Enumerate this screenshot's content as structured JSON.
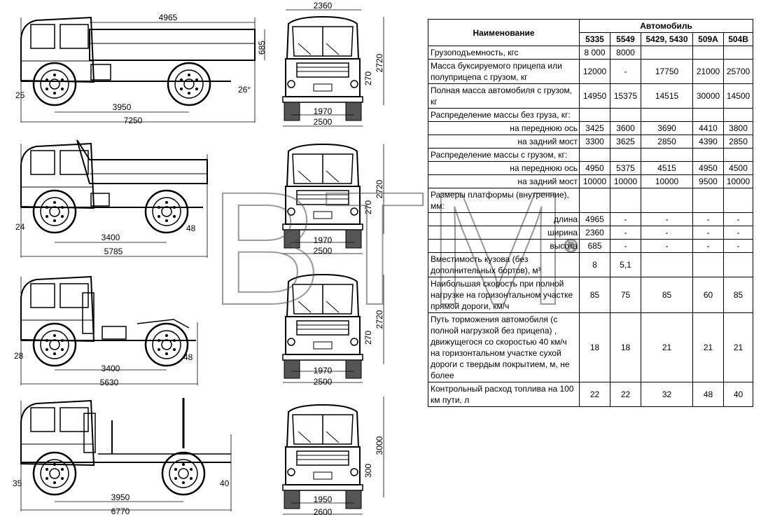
{
  "drawings": {
    "truck1": {
      "length_top": "4965",
      "height_side": "685",
      "angle_front": "25",
      "angle_rear": "26°",
      "wheelbase": "3950",
      "length_total": "7250"
    },
    "front1": {
      "width_top": "2360",
      "clearance": "270",
      "height": "2720",
      "track": "1970",
      "width_total": "2500"
    },
    "truck2": {
      "angle_front": "24",
      "angle_rear": "48",
      "wheelbase": "3400",
      "length_total": "5785"
    },
    "front2": {
      "clearance": "270",
      "height": "2720",
      "track": "1970",
      "width_total": "2500"
    },
    "truck3": {
      "angle_front": "28",
      "angle_rear": "48",
      "wheelbase": "3400",
      "length_total": "5630"
    },
    "front3": {
      "clearance": "270",
      "height": "2720",
      "track": "1970",
      "width_total": "2500"
    },
    "truck4": {
      "angle_front": "35",
      "angle_rear": "40",
      "wheelbase": "3950",
      "length_total": "6770"
    },
    "front4": {
      "clearance": "300",
      "height": "3000",
      "track": "1950",
      "width_total": "2600"
    }
  },
  "watermark": {
    "text": "BTM",
    "mark": "®"
  },
  "table": {
    "name_header": "Наименование",
    "group_header": "Автомобиль",
    "models": [
      "5335",
      "5549",
      "5429, 5430",
      "509А",
      "504В"
    ],
    "rows": [
      {
        "name": "Грузоподъемность, кгс",
        "values": [
          "8 000",
          "8000",
          "",
          "",
          ""
        ]
      },
      {
        "name": "Масса буксируемого прицепа или полуприцепа с грузом, кг",
        "values": [
          "12000",
          "-",
          "17750",
          "21000",
          "25700"
        ]
      },
      {
        "name": "Полная масса автомобиля с грузом, кг",
        "values": [
          "14950",
          "15375",
          "14515",
          "30000",
          "14500"
        ]
      },
      {
        "name": "Распределение массы без груза, кг:",
        "values": [
          "",
          "",
          "",
          "",
          ""
        ]
      },
      {
        "name": "на переднюю ось",
        "sub": true,
        "values": [
          "3425",
          "3600",
          "3690",
          "4410",
          "3800"
        ]
      },
      {
        "name": "на задний мост",
        "sub": true,
        "values": [
          "3300",
          "3625",
          "2850",
          "4390",
          "2850"
        ]
      },
      {
        "name": "Распределение массы с грузом, кг:",
        "values": [
          "",
          "",
          "",
          "",
          ""
        ]
      },
      {
        "name": "на переднюю ось",
        "sub": true,
        "values": [
          "4950",
          "5375",
          "4515",
          "4950",
          "4500"
        ]
      },
      {
        "name": "на задний мост",
        "sub": true,
        "values": [
          "10000",
          "10000",
          "10000",
          "9500",
          "10000"
        ]
      },
      {
        "name": "Размеры платформы (внутренние), мм:",
        "values": [
          "",
          "",
          "",
          "",
          ""
        ]
      },
      {
        "name": "длина",
        "sub": true,
        "values": [
          "4965",
          "-",
          "-",
          "-",
          "-"
        ]
      },
      {
        "name": "ширина",
        "sub": true,
        "values": [
          "2360",
          "-",
          "-",
          "-",
          "-"
        ]
      },
      {
        "name": "высота",
        "sub": true,
        "values": [
          "685",
          "-",
          "-",
          "-",
          "-"
        ]
      },
      {
        "name": "Вместимость кузова (без дополнительных бортов), м³",
        "values": [
          "8",
          "5,1",
          "",
          "",
          ""
        ]
      },
      {
        "name": "Наибольшая скорость при полной нагрузке на горизонтальном участке прямой дороги, км/ч",
        "values": [
          "85",
          "75",
          "85",
          "60",
          "85"
        ]
      },
      {
        "name": "Путь торможения автомобиля (с полной нагрузкой без прицепа) , движущегося со скоростью 40 км/ч на горизонтальном участке сухой дороги с твердым покрытием, м, не более",
        "values": [
          "18",
          "18",
          "21",
          "21",
          "21"
        ]
      },
      {
        "name": "Контрольный расход топлива на 100 км пути, л",
        "values": [
          "22",
          "22",
          "32",
          "48",
          "40"
        ]
      }
    ]
  }
}
